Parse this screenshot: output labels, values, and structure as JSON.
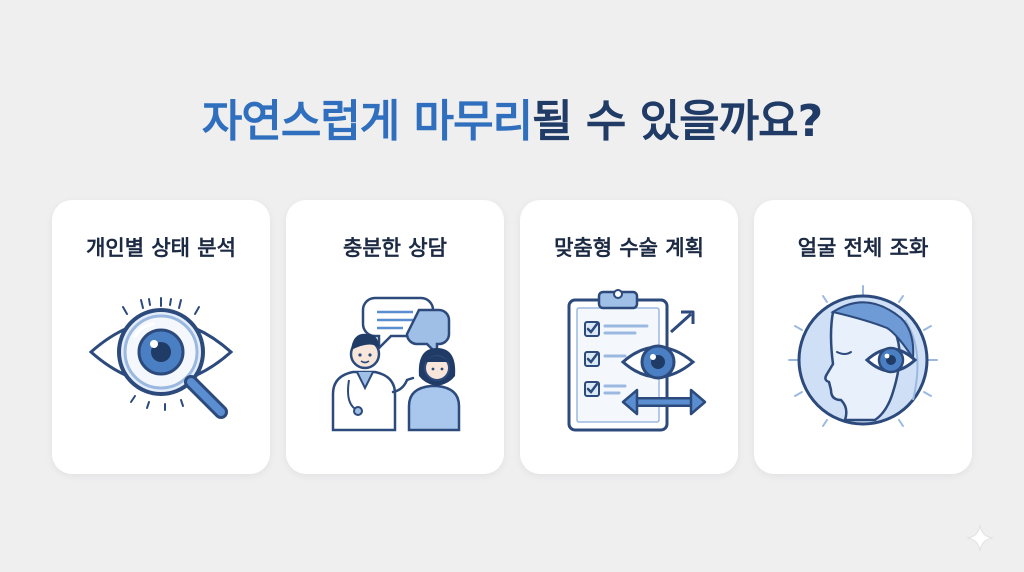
{
  "title": {
    "part_blue": "자연스럽게 마무리",
    "part_dark": "될 수 있을까요?"
  },
  "cards": [
    {
      "label": "개인별 상태 분석",
      "icon": "magnifier-eye-icon"
    },
    {
      "label": "충분한 상담",
      "icon": "consultation-icon"
    },
    {
      "label": "맞춤형 수술 계획",
      "icon": "clipboard-eye-icon"
    },
    {
      "label": "얼굴 전체 조화",
      "icon": "face-eye-icon"
    }
  ],
  "colors": {
    "background": "#efeff0",
    "title_blue": "#2f6fbd",
    "title_dark": "#1f3b66",
    "icon_blue": "#3a6fb5",
    "icon_light": "#cfe0f6"
  }
}
